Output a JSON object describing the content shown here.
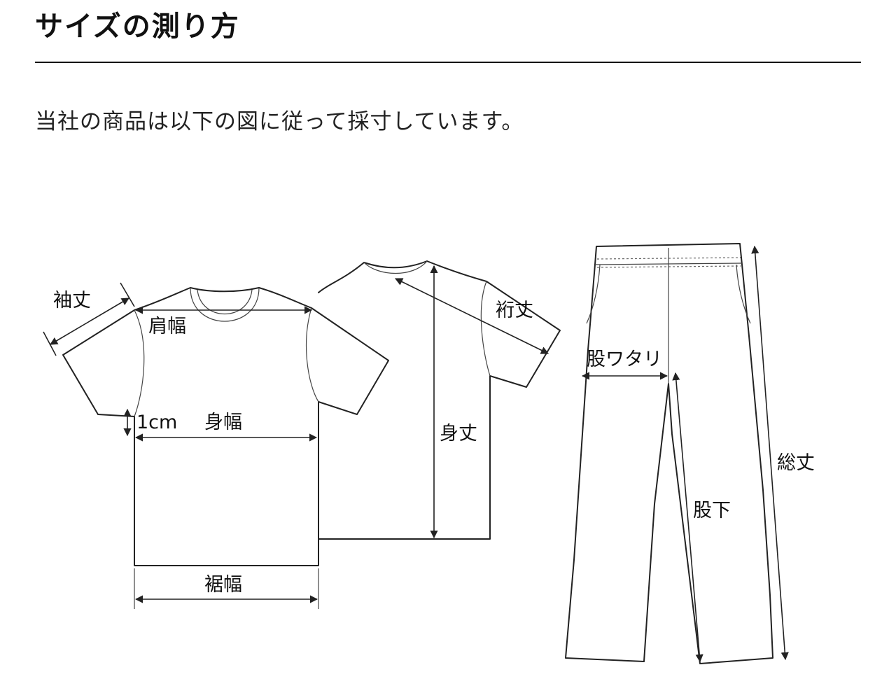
{
  "header": {
    "title": "サイズの測り方"
  },
  "intro_text": "当社の商品は以下の図に従って採寸しています。",
  "diagram": {
    "tshirt_labels": {
      "sleeve_length": "袖丈",
      "shoulder_width": "肩幅",
      "offset": "1cm",
      "body_width": "身幅",
      "hem_width": "裾幅",
      "sleeve_from_neck": "裄丈",
      "body_length": "身丈"
    },
    "pants_labels": {
      "thigh_width": "股ワタリ",
      "inseam": "股下",
      "total_length": "総丈"
    }
  }
}
